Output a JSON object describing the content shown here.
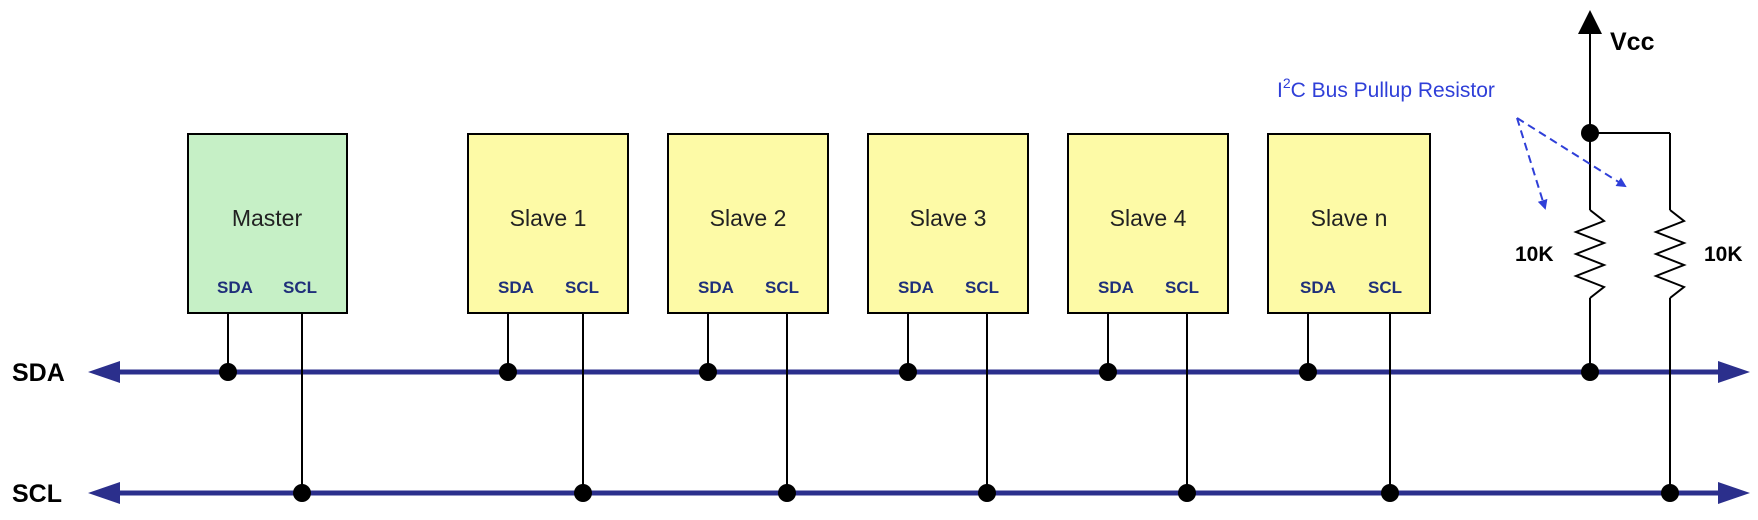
{
  "bus": {
    "sda_label": "SDA",
    "scl_label": "SCL",
    "color": "#2b2f8c"
  },
  "master": {
    "title": "Master",
    "sda_pin": "SDA",
    "scl_pin": "SCL",
    "fill": "#c6f0c6"
  },
  "slaves": [
    {
      "title": "Slave 1",
      "sda_pin": "SDA",
      "scl_pin": "SCL"
    },
    {
      "title": "Slave 2",
      "sda_pin": "SDA",
      "scl_pin": "SCL"
    },
    {
      "title": "Slave 3",
      "sda_pin": "SDA",
      "scl_pin": "SCL"
    },
    {
      "title": "Slave 4",
      "sda_pin": "SDA",
      "scl_pin": "SCL"
    },
    {
      "title": "Slave n",
      "sda_pin": "SDA",
      "scl_pin": "SCL"
    }
  ],
  "slave_fill": "#fdfaa6",
  "supply": {
    "vcc_label": "Vcc",
    "resistor_left_value": "10K",
    "resistor_right_value": "10K"
  },
  "annotation": {
    "prefix": "I",
    "superscript": "2",
    "suffix": "C Bus Pullup Resistor",
    "color": "#2f3fd8"
  }
}
